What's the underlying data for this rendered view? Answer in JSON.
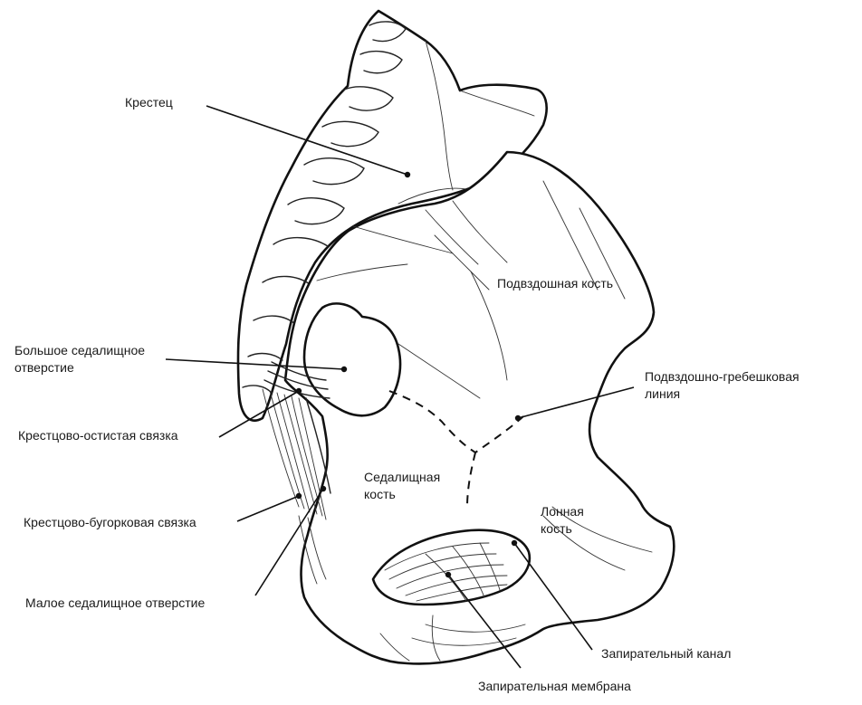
{
  "labels": {
    "sacrum": "Крестец",
    "ilium": "Подвздошная кость",
    "greater_sciatic_foramen_1": "Большое седалищное",
    "greater_sciatic_foramen_2": "отверстие",
    "iliopectineal_line_1": "Подвздошно-гребешковая",
    "iliopectineal_line_2": "линия",
    "sacrospinous_ligament": "Крестцово-остистая связка",
    "ischium_1": "Седалищная",
    "ischium_2": "кость",
    "pubis_1": "Лонная",
    "pubis_2": "кость",
    "sacrotuberous_ligament": "Крестцово-бугорковая связка",
    "lesser_sciatic_foramen": "Малое седалищное отверстие",
    "obturator_canal": "Запирательный канал",
    "obturator_membrane": "Запирательная мембрана"
  }
}
